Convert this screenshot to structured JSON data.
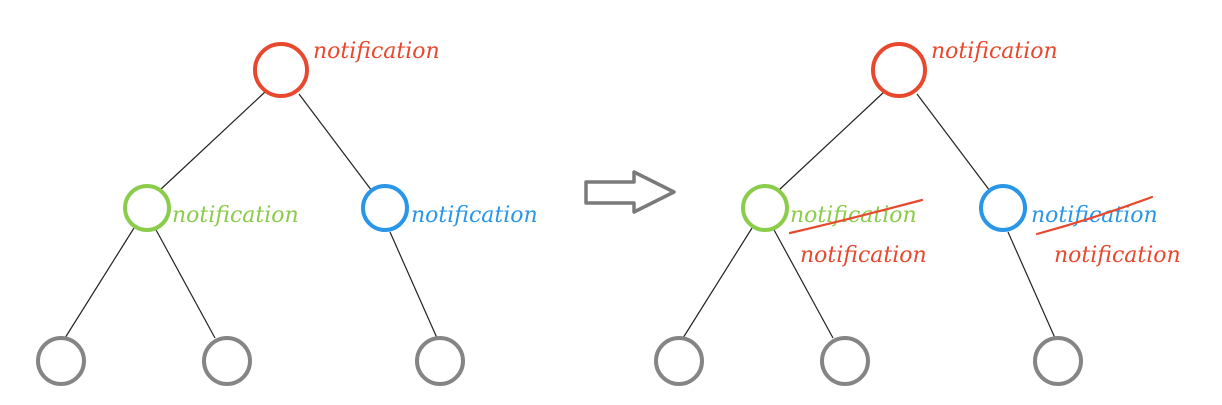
{
  "colors": {
    "red": "#e8482d",
    "green": "#8bcc4a",
    "blue": "#2a96e8",
    "gray": "#858585",
    "edge": "#222222",
    "arrow": "#7a7a7a"
  },
  "left_tree": {
    "root_label": "notification",
    "left_child_label": "notification",
    "right_child_label": "notification"
  },
  "right_tree": {
    "root_label": "notification",
    "left_child_old_label": "notification",
    "left_child_new_label": "notification",
    "right_child_old_label": "notification",
    "right_child_new_label": "notification"
  }
}
